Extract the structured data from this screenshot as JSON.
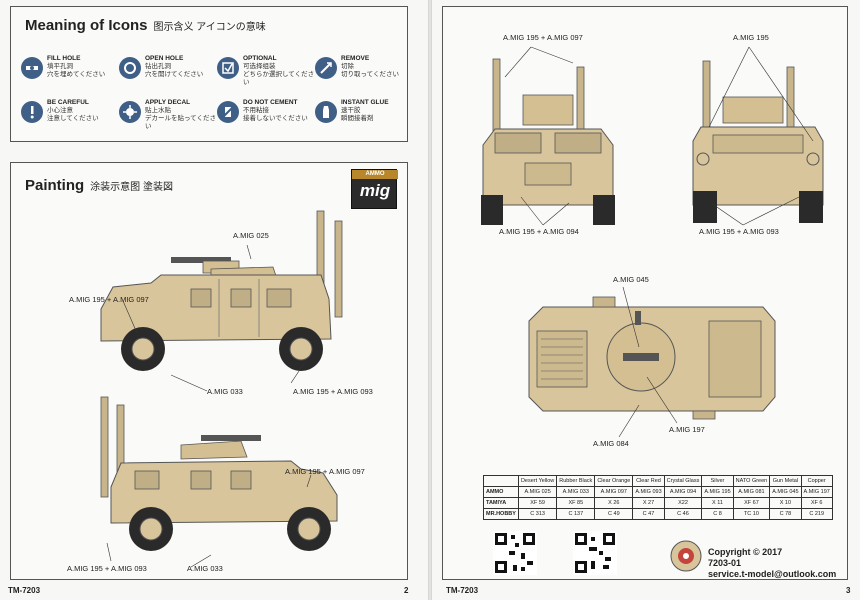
{
  "icons_section": {
    "title": "Meaning of Icons",
    "title_cjk": "图示含义  アイコンの意味",
    "items": [
      {
        "en": "FILL HOLE",
        "ja1": "填平孔洞",
        "ja2": "穴を埋めてください",
        "icon": "fill-hole-icon"
      },
      {
        "en": "OPEN HOLE",
        "ja1": "钻出孔洞",
        "ja2": "穴を開けてください",
        "icon": "open-hole-icon"
      },
      {
        "en": "OPTIONAL",
        "ja1": "可选择组装",
        "ja2": "どちらか選択してください",
        "icon": "optional-icon"
      },
      {
        "en": "REMOVE",
        "ja1": "切除",
        "ja2": "切り取ってください",
        "icon": "remove-icon"
      },
      {
        "en": "BE CAREFUL",
        "ja1": "小心注意",
        "ja2": "注意してください",
        "icon": "be-careful-icon"
      },
      {
        "en": "APPLY DECAL",
        "ja1": "贴上水贴",
        "ja2": "デカールを貼ってください",
        "icon": "apply-decal-icon"
      },
      {
        "en": "DO NOT CEMENT",
        "ja1": "不用粘接",
        "ja2": "接着しないでください",
        "icon": "do-not-cement-icon"
      },
      {
        "en": "INSTANT GLUE",
        "ja1": "速干胶",
        "ja2": "瞬間接着剤",
        "icon": "instant-glue-icon"
      }
    ]
  },
  "painting_section": {
    "title": "Painting",
    "title_cjk": "涂装示意图  塗装図",
    "logo_text": "mig",
    "logo_sub": "AMMO",
    "labels": {
      "top_turret": "A.MIG 025",
      "side1_left": "A.MIG 195 + A.MIG 097",
      "side1_bottom": "A.MIG 033",
      "side1_right": "A.MIG 195 + A.MIG 093",
      "side2_right": "A.MIG 195 + A.MIG 097",
      "side2_left": "A.MIG 195 + A.MIG 093",
      "side2_bottom": "A.MIG 033"
    }
  },
  "right_page": {
    "labels": {
      "front_top": "A.MIG 195 + A.MIG 097",
      "rear_top": "A.MIG 195",
      "front_bottom": "A.MIG 195 + A.MIG 094",
      "rear_bottom": "A.MIG 195 + A.MIG 093",
      "top_view_gun": "A.MIG 045",
      "top_view_left": "A.MIG 084",
      "top_view_right": "A.MIG 197"
    },
    "table": {
      "headers": [
        "",
        "Desert Yellow",
        "Rubber Black",
        "Clear Orange",
        "Clear Red",
        "Crystal Glass",
        "Silver",
        "NATO Green",
        "Gun Metal",
        "Copper"
      ],
      "rows": [
        [
          "AMMO",
          "A.MIG 025",
          "A.MIG 033",
          "A.MIG 097",
          "A.MIG 093",
          "A.MIG 094",
          "A.MIG 195",
          "A.MIG 081",
          "A.MIG 045",
          "A.MIG 197"
        ],
        [
          "TAMIYA",
          "XF 59",
          "XF 85",
          "X 26",
          "X 27",
          "X22",
          "X 11",
          "XF 67",
          "X 10",
          "XF 6"
        ],
        [
          "MR.HOBBY",
          "C 313",
          "C 137",
          "C 49",
          "C 47",
          "C 46",
          "C 8",
          "TC 10",
          "C 78",
          "C 219"
        ]
      ]
    },
    "copyright": {
      "line1": "Copyright © 2017",
      "line2": "7203-01",
      "line3": "service.t-model@outlook.com"
    }
  },
  "footer": {
    "left_code": "TM-7203",
    "left_page": "2",
    "right_code": "TM-7203",
    "right_page": "3"
  },
  "colors": {
    "desert_tan": "#d9c59b",
    "icon_blue": "#3f5f86",
    "tire_black": "#2a2a2a"
  }
}
